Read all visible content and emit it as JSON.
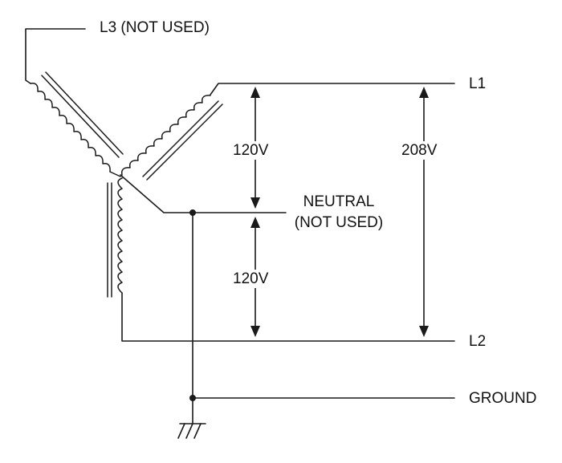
{
  "labels": {
    "l3": "L3  (NOT USED)",
    "l1": "L1",
    "l2": "L2",
    "ground": "GROUND",
    "neutral": "NEUTRAL",
    "neutral_note": "(NOT USED)",
    "v_upper": "120V",
    "v_lower": "120V",
    "v_line": "208V"
  }
}
